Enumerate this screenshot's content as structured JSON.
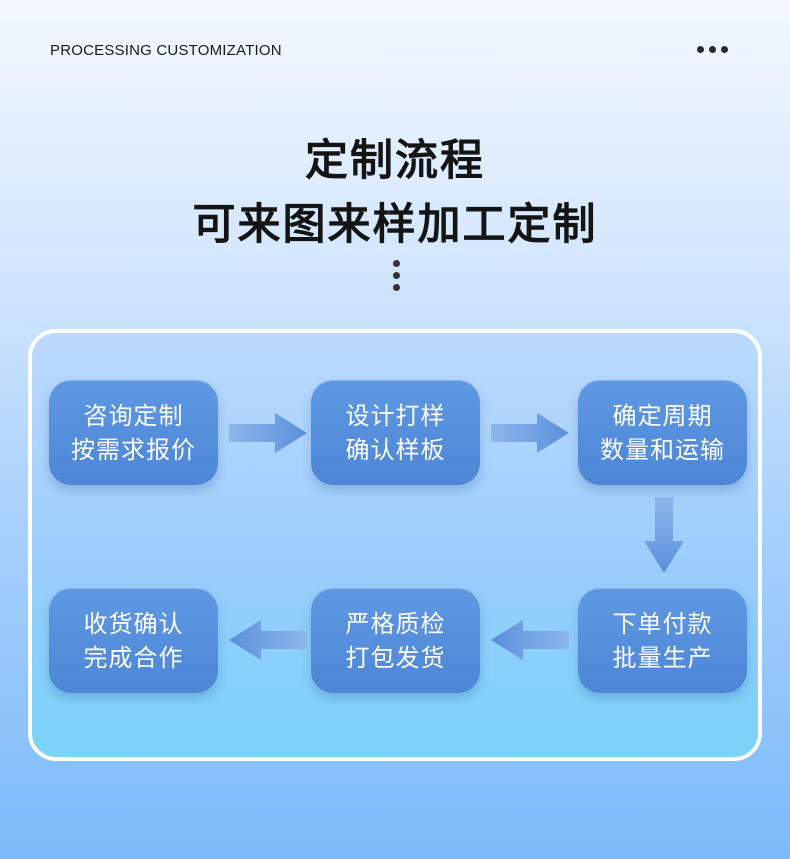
{
  "header": {
    "label": "PROCESSING CUSTOMIZATION",
    "menu_icon": "more-horizontal-icon"
  },
  "title": {
    "line1": "定制流程",
    "line2": "可来图来样加工定制"
  },
  "steps": [
    {
      "line1": "咨询定制",
      "line2": "按需求报价"
    },
    {
      "line1": "设计打样",
      "line2": "确认样板"
    },
    {
      "line1": "确定周期",
      "line2": "数量和运输"
    },
    {
      "line1": "下单付款",
      "line2": "批量生产"
    },
    {
      "line1": "严格质检",
      "line2": "打包发货"
    },
    {
      "line1": "收货确认",
      "line2": "完成合作"
    }
  ],
  "colors": {
    "step_bg": "#5b93df",
    "arrow": "#5b8fdc",
    "panel_border": "#ffffff"
  }
}
